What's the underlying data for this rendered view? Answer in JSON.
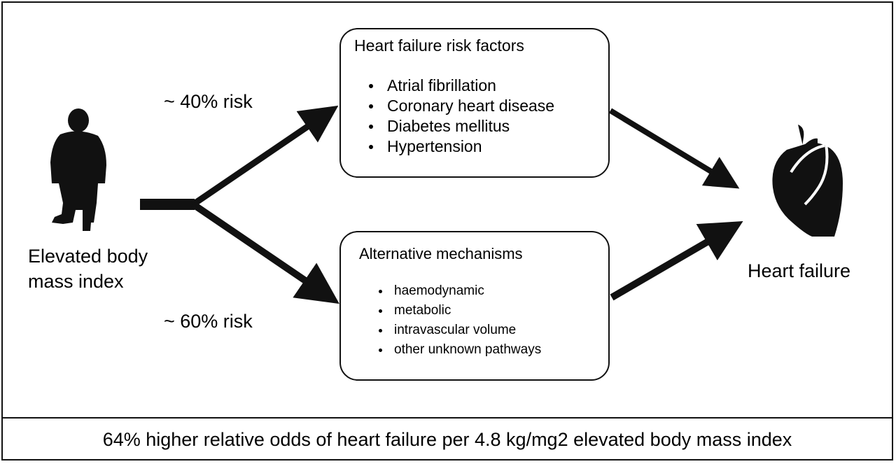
{
  "source": {
    "line1": "Elevated body",
    "line2": "mass index"
  },
  "paths": {
    "top_risk": "~ 40% risk",
    "bottom_risk": "~ 60% risk"
  },
  "risk_factors_box": {
    "title": "Heart failure risk factors",
    "items": [
      "Atrial fibrillation",
      "Coronary heart disease",
      "Diabetes mellitus",
      "Hypertension"
    ]
  },
  "mechanisms_box": {
    "title": "Alternative mechanisms",
    "items": [
      "haemodynamic",
      "metabolic",
      "intravascular volume",
      "other unknown pathways"
    ]
  },
  "outcome": {
    "label": "Heart failure"
  },
  "footer": {
    "text": "64% higher relative odds of heart failure per 4.8 kg/mg2 elevated body mass index"
  },
  "colors": {
    "ink": "#111111",
    "background": "#ffffff"
  },
  "icons": {
    "person": "person-silhouette-icon",
    "heart": "heart-icon"
  }
}
